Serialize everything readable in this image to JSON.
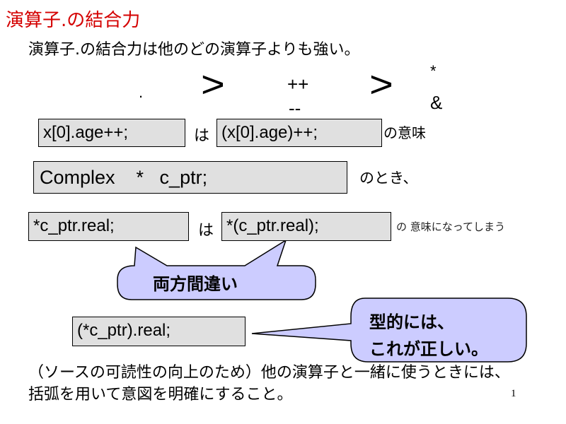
{
  "title": "演算子.の結合力",
  "subtitle": "演算子.の結合力は他のどの演算子よりも強い。",
  "precedence": {
    "dot": ".",
    "gt1": ">",
    "incdec": [
      "++",
      "--"
    ],
    "gt2": ">",
    "deref": [
      "*",
      "&"
    ]
  },
  "example1": {
    "left_code": "x[0].age++;",
    "ha": "は",
    "right_code": "(x[0].age)++;",
    "suffix": "の意味"
  },
  "example2": {
    "code": "Complex    *   c_ptr;",
    "suffix": "のとき、"
  },
  "example3": {
    "left_code": "*c_ptr.real;",
    "ha": "は",
    "right_code": "*(c_ptr.real);",
    "suffix": "の 意味になってしまう"
  },
  "callout_wrong": "両方間違い",
  "correct_code": "(*c_ptr).real;",
  "callout_right": [
    "型的には、",
    "これが正しい。"
  ],
  "bottom_text": [
    "（ソースの可読性の向上のため）他の演算子と一緒に使うときには、",
    "括弧を用いて意図を明確にすること。"
  ],
  "page_number": "1",
  "colors": {
    "title": "#d40000",
    "code_box_fill": "#e0e0e0",
    "callout_fill": "#ccccff"
  }
}
